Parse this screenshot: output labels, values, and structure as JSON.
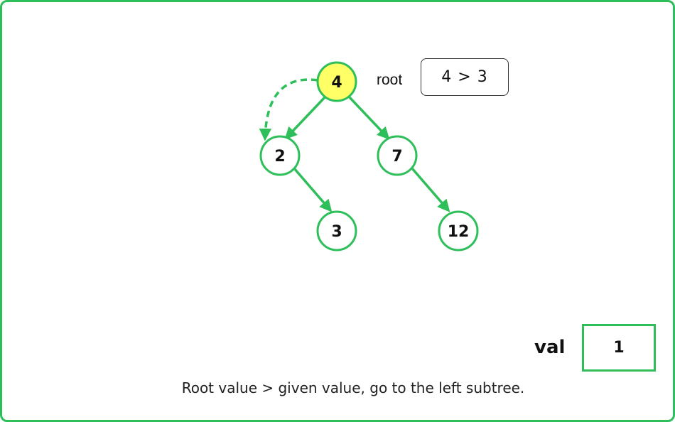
{
  "colors": {
    "accent": "#2fbf5a",
    "highlight": "#ffff66",
    "text": "#111111"
  },
  "tree": {
    "nodes": [
      {
        "id": "n4",
        "label": "4",
        "highlighted": true
      },
      {
        "id": "n2",
        "label": "2",
        "highlighted": false
      },
      {
        "id": "n7",
        "label": "7",
        "highlighted": false
      },
      {
        "id": "n3",
        "label": "3",
        "highlighted": false
      },
      {
        "id": "n12",
        "label": "12",
        "highlighted": false
      }
    ],
    "edges": [
      {
        "from": "n4",
        "to": "n2"
      },
      {
        "from": "n4",
        "to": "n7"
      },
      {
        "from": "n2",
        "to": "n3"
      },
      {
        "from": "n7",
        "to": "n12"
      }
    ],
    "traversal": {
      "from": "n4",
      "to": "n2",
      "style": "dashed"
    }
  },
  "root_label": "root",
  "comparison": "4 > 3",
  "val_label": "val",
  "val_value": "1",
  "caption": "Root value > given value, go to the left subtree."
}
